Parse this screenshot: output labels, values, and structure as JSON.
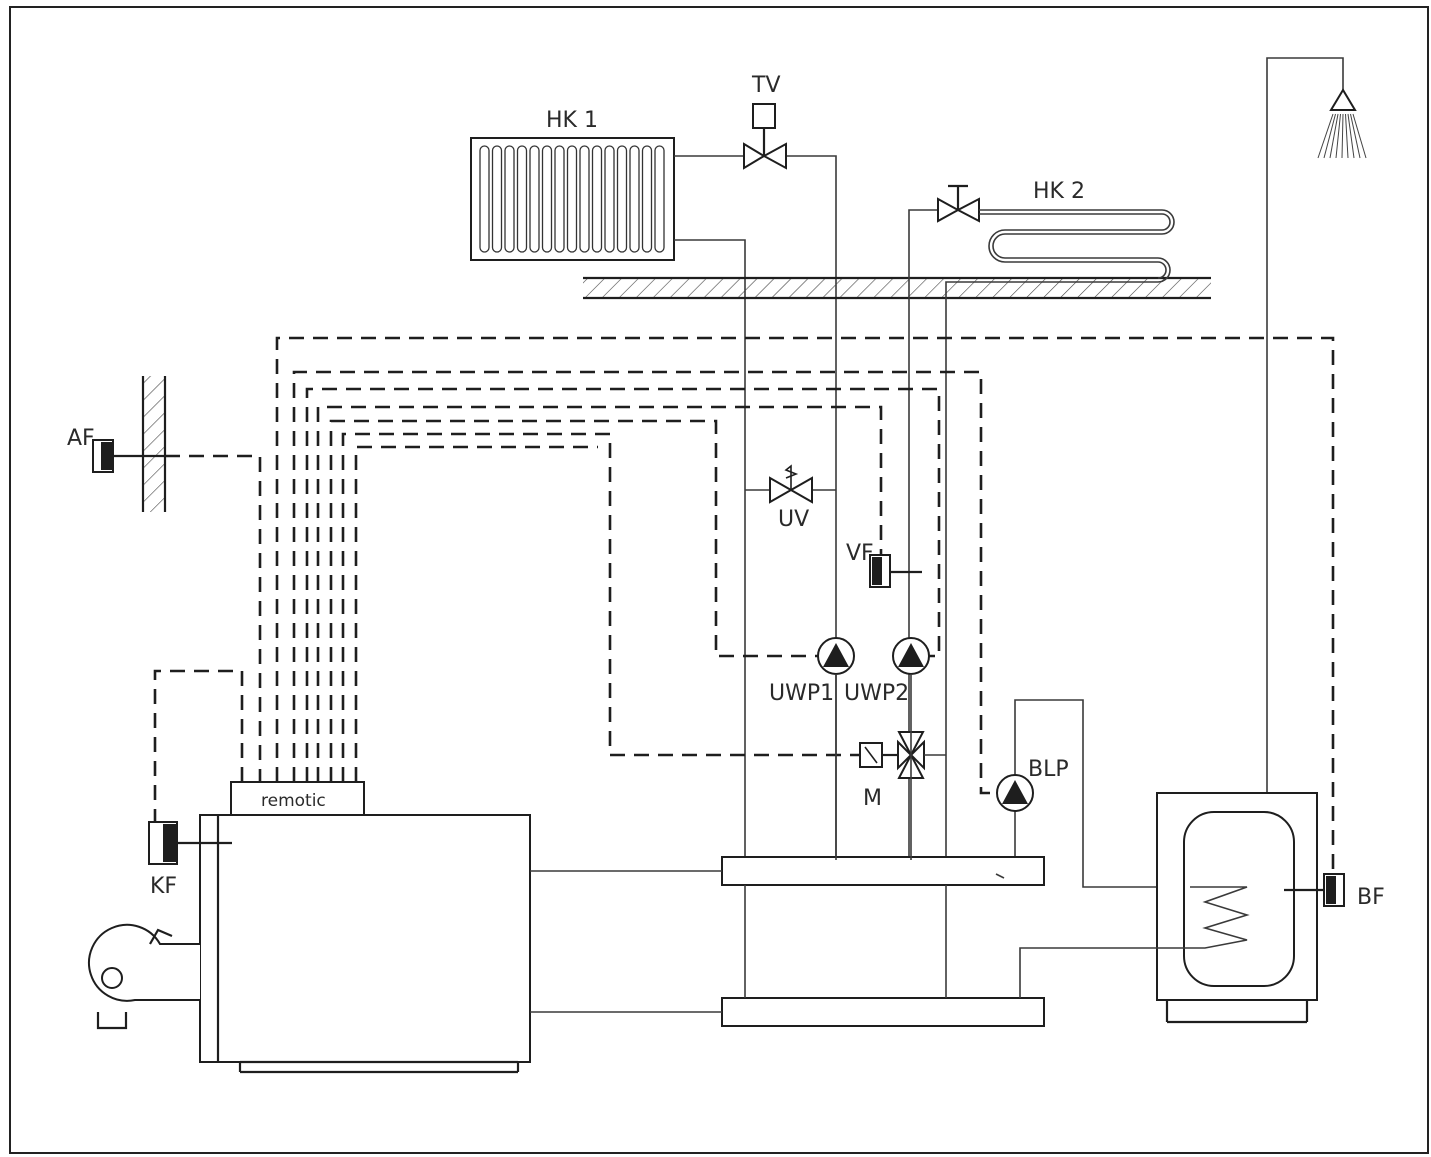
{
  "labels": {
    "tv": "TV",
    "hk1": "HK 1",
    "hk2": "HK 2",
    "af": "AF",
    "uv": "UV",
    "vf": "VF",
    "uwp1": "UWP1",
    "uwp2": "UWP2",
    "blp": "BLP",
    "m": "M",
    "remotic": "remotic",
    "kf": "KF",
    "bf": "BF"
  }
}
